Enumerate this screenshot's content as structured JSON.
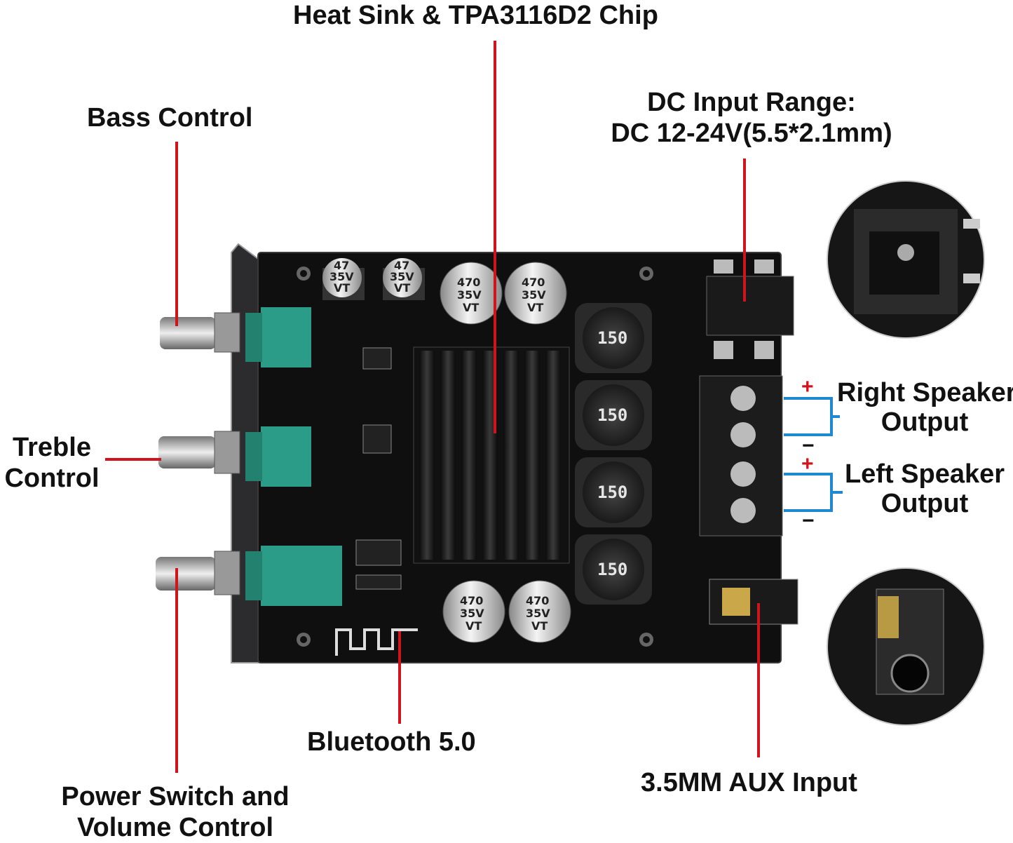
{
  "labels": {
    "heat_sink": "Heat Sink & TPA3116D2 Chip",
    "bass": "Bass Control",
    "dc_input_line1": "DC Input Range:",
    "dc_input_line2": "DC 12-24V(5.5*2.1mm)",
    "treble_line1": "Treble",
    "treble_line2": "Control",
    "right_line1": "Right Speaker",
    "right_line2": "Output",
    "left_line1": "Left Speaker",
    "left_line2": "Output",
    "bluetooth": "Bluetooth 5.0",
    "power_line1": "Power Switch and",
    "power_line2": "Volume Control",
    "aux": "3.5MM AUX Input"
  },
  "terminal_signs": {
    "right_plus": "+",
    "right_minus": "−",
    "left_plus": "+",
    "left_minus": "−"
  },
  "board": {
    "inductor_marking": "150",
    "cap_large_marking_1": "470",
    "cap_large_marking_2": "35V",
    "cap_large_marking_3": "VT",
    "cap_small_marking_1": "47",
    "cap_small_marking_2": "35V",
    "cap_small_marking_3": "VT"
  },
  "colors": {
    "leader_line": "#d0141e",
    "bracket": "#1e88d0",
    "plus_sign": "#d0141e",
    "minus_sign": "#111111",
    "pcb": "#0f0f10",
    "potentiometer": "#2a9c88"
  }
}
